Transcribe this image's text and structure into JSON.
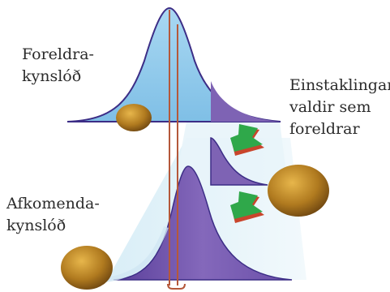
{
  "labels": {
    "parent_population": [
      "Foreldra-",
      "kynslóð"
    ],
    "selected_individuals": [
      "Einstaklingar",
      "valdir sem",
      "foreldrar"
    ],
    "offspring_population": [
      "Afkomenda-",
      "kynslóð"
    ]
  },
  "colors": {
    "parent_curve_fill": "#8fc9ea",
    "parent_curve_edge": "#3c2d86",
    "selected_tail_fill": "#7e63b4",
    "offspring_curve_fill": "#7b5fb2",
    "plane_fill": "#e6f3f8",
    "arrow_green": "#2fa84a",
    "arrow_red": "#c9452c",
    "mean_line": "#b5583a",
    "seed": "#b07a1f"
  }
}
